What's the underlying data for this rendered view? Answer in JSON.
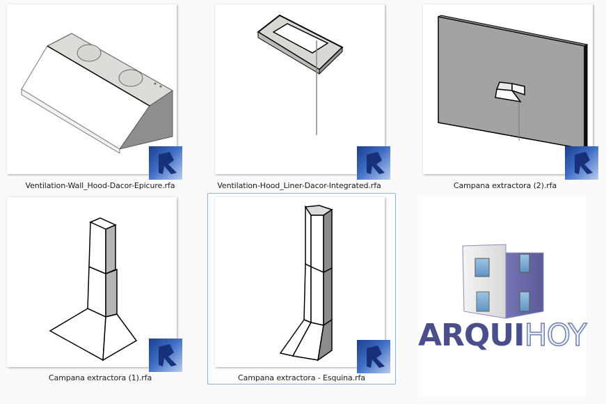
{
  "view": "file-explorer-large-icons",
  "files": [
    {
      "name": "Ventilation-Wall_Hood-Dacor-Epicure.rfa",
      "type_icon": "revit-family-icon",
      "selected": false
    },
    {
      "name": "Ventilation-Hood_Liner-Dacor-Integrated.rfa",
      "type_icon": "revit-family-icon",
      "selected": false
    },
    {
      "name": "Campana extractora (2).rfa",
      "type_icon": "revit-family-icon",
      "selected": false
    },
    {
      "name": "Campana extractora (1).rfa",
      "type_icon": "revit-family-icon",
      "selected": false
    },
    {
      "name": "Campana extractora - Esquina.rfa",
      "type_icon": "revit-family-icon",
      "selected": true
    }
  ],
  "watermark": {
    "text_part1": "ARQUI",
    "text_part2": "HOY",
    "colors": {
      "primary": "#4a4f8a",
      "secondary": "#eef2f8",
      "building_side": "#6a6aa8"
    }
  },
  "colors": {
    "selection_border": "#8fb0d6",
    "revit_badge": "#2a55a8"
  }
}
